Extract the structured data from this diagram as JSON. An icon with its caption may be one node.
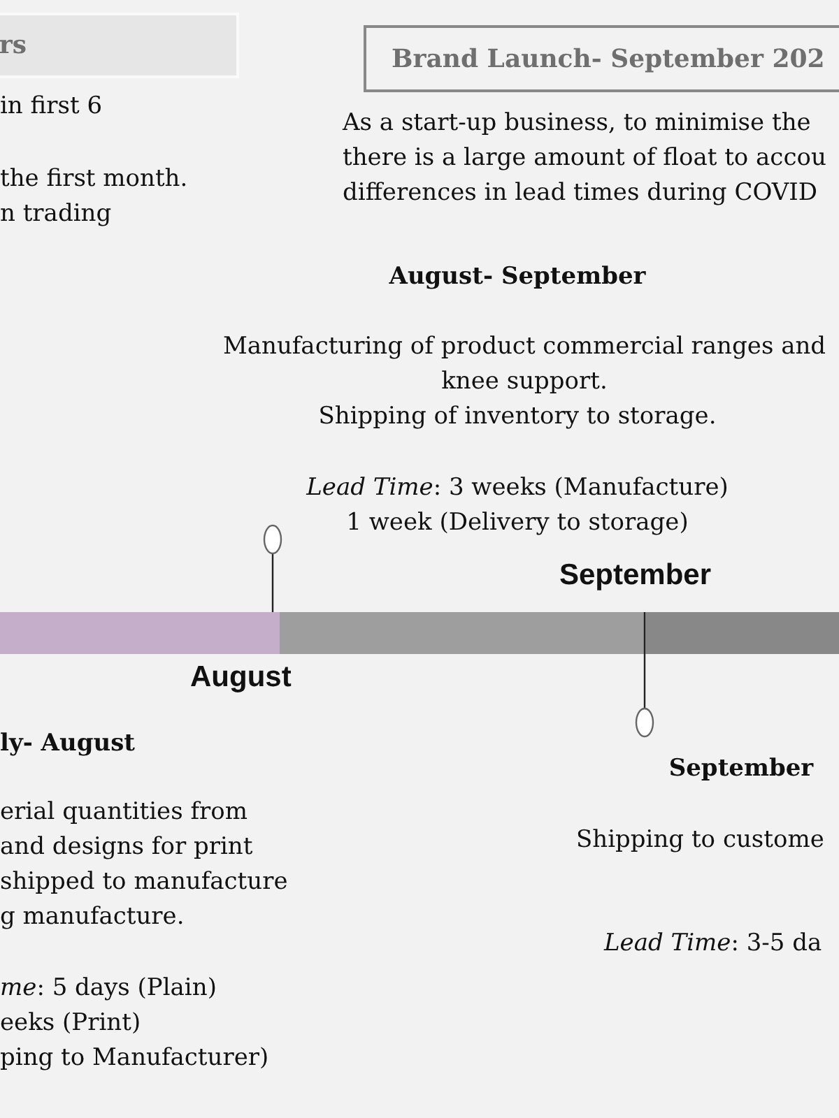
{
  "diagram": {
    "nodes": [
      {
        "text": [
          "rs"
        ]
      },
      {
        "text": [
          "Brand Launch- September 202"
        ]
      }
    ],
    "labels": [
      "in first 6",
      "the first month.",
      "n trading",
      "As a start-up business, to minimise the there is a large amount of float to accou differences in lead times during COVID",
      "August- September",
      "Manufacturing of product commercial ranges and knee support.",
      "Shipping of inventory to storage.",
      "*Lead Time*: 3 weeks (Manufacture)",
      "1 week (Delivery to storage)",
      "September",
      "August",
      "ly- August",
      "erial quantities from",
      "and designs for print",
      "shipped to manufacture",
      "g manufacture.",
      "*me*: 5 days (Plain)",
      "eeks (Print)",
      "ping to Manufacturer)",
      "September",
      "Shipping to custome",
      "*Lead Time*: 3-5 da"
    ]
  }
}
